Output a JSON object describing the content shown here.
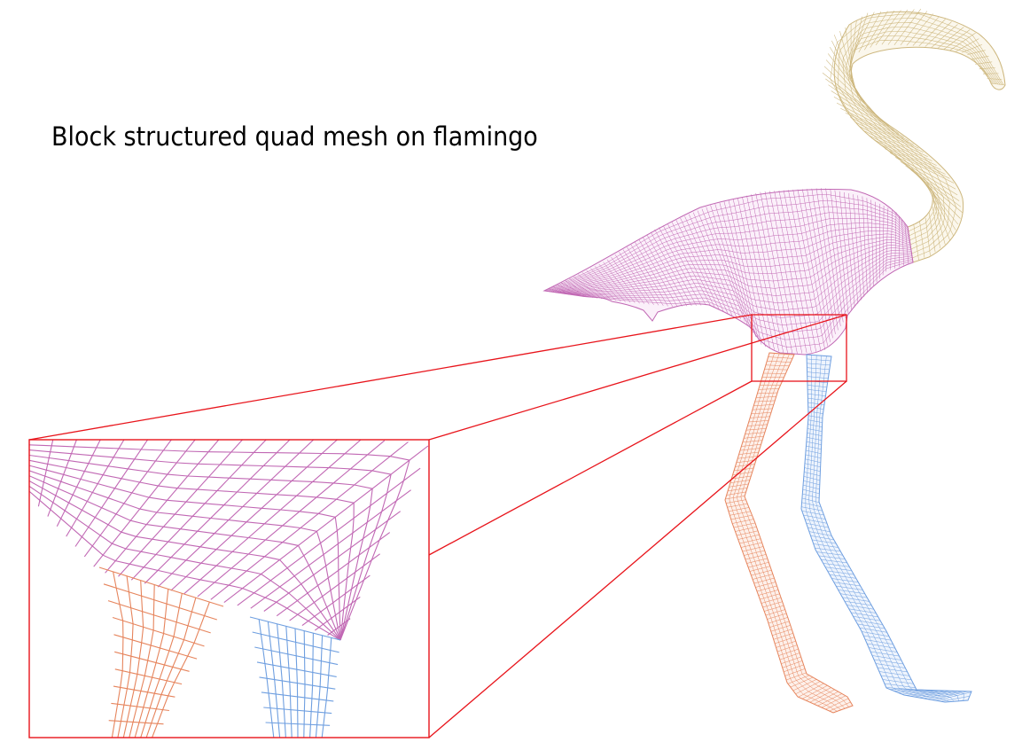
{
  "title": "Block structured quad mesh on flamingo",
  "colors": {
    "body_mesh": "#c168b4",
    "neck_mesh": "#cdb77e",
    "left_leg_mesh": "#e6845c",
    "right_leg_mesh": "#6f9fe0",
    "zoom_frame": "#e8141b",
    "background": "#ffffff"
  },
  "diagram": {
    "subject": "flamingo",
    "mesh_blocks": [
      "body",
      "neck",
      "left-leg",
      "right-leg"
    ],
    "inset": "magnified view of the body-leg junction"
  }
}
